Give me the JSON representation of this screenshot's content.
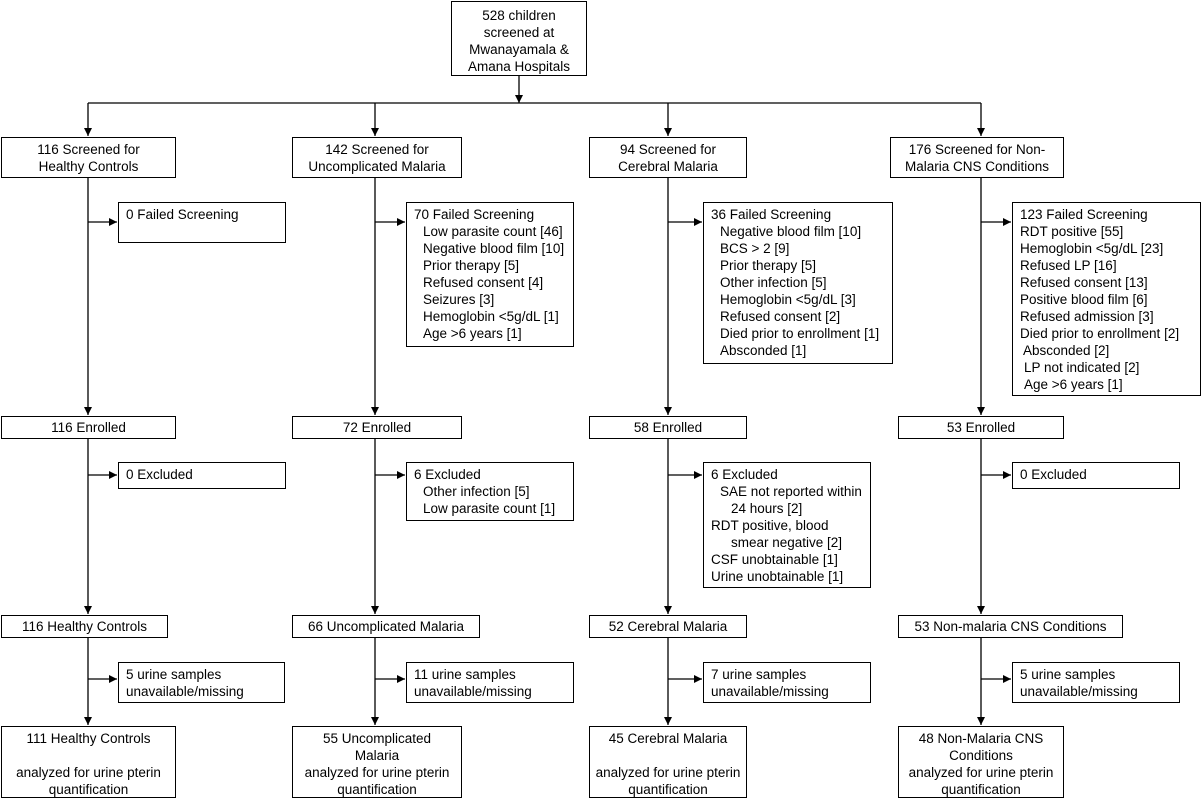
{
  "root": {
    "lines": [
      "528 children",
      "screened at",
      "Mwanayamala &",
      "Amana Hospitals"
    ]
  },
  "columns": [
    {
      "screened": [
        "116 Screened for",
        "Healthy Controls"
      ],
      "failed": [
        "0 Failed Screening"
      ],
      "enrolled": "116 Enrolled",
      "excluded": [
        "0 Excluded"
      ],
      "group": "116 Healthy Controls",
      "missing": [
        "5 urine samples",
        "unavailable/missing"
      ],
      "analyzed": [
        "111 Healthy Controls",
        "",
        "analyzed for urine pterin",
        "quantification"
      ]
    },
    {
      "screened": [
        "142 Screened for",
        "Uncomplicated Malaria"
      ],
      "failed": [
        "70 Failed Screening",
        "Low parasite count [46]",
        "Negative blood film [10]",
        "Prior therapy [5]",
        "Refused consent [4]",
        "Seizures [3]",
        "Hemoglobin <5g/dL [1]",
        "Age >6 years [1]"
      ],
      "enrolled": "72 Enrolled",
      "excluded": [
        "6 Excluded",
        "Other infection [5]",
        "Low parasite count [1]"
      ],
      "group": "66 Uncomplicated Malaria",
      "missing": [
        "11 urine samples",
        "unavailable/missing"
      ],
      "analyzed": [
        "55  Uncomplicated",
        "Malaria",
        "analyzed for urine pterin",
        "quantification"
      ]
    },
    {
      "screened": [
        "94 Screened for",
        "Cerebral Malaria"
      ],
      "failed": [
        "36 Failed Screening",
        "Negative blood film [10]",
        "BCS > 2 [9]",
        "Prior therapy [5]",
        "Other infection [5]",
        "Hemoglobin <5g/dL [3]",
        "Refused consent [2]",
        "Died prior to enrollment [1]",
        "Absconded [1]"
      ],
      "enrolled": "58 Enrolled",
      "excluded": [
        "6 Excluded",
        "SAE not reported within",
        "24 hours [2]",
        "RDT positive, blood",
        "smear negative [2]",
        "CSF unobtainable [1]",
        "Urine unobtainable [1]"
      ],
      "group": "52 Cerebral Malaria",
      "missing": [
        "7 urine samples",
        "unavailable/missing"
      ],
      "analyzed": [
        "45  Cerebral Malaria",
        "",
        "analyzed for urine pterin",
        "quantification"
      ]
    },
    {
      "screened": [
        "176 Screened for Non-",
        "Malaria CNS Conditions"
      ],
      "failed": [
        "123 Failed Screening",
        "RDT positive [55]",
        "Hemoglobin <5g/dL [23]",
        "Refused LP [16]",
        "Refused consent [13]",
        "Positive blood film [6]",
        "Refused admission [3]",
        "Died prior to enrollment [2]",
        "Absconded [2]",
        "LP not indicated [2]",
        "Age  >6 years [1]"
      ],
      "enrolled": "53 Enrolled",
      "excluded": [
        "0 Excluded"
      ],
      "group": "53 Non-malaria CNS Conditions",
      "missing": [
        "5 urine samples",
        "unavailable/missing"
      ],
      "analyzed": [
        "48  Non-Malaria CNS",
        "Conditions",
        "analyzed for urine pterin",
        "quantification"
      ]
    }
  ]
}
